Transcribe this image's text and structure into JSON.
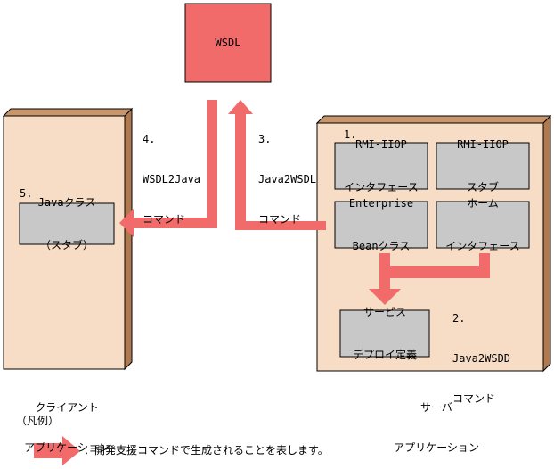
{
  "colors": {
    "wsdl_fill": "#f26b6b",
    "arrow_fill": "#f26b6b",
    "app_fill": "#f7ddc6",
    "app_side": "#b07a50",
    "component_fill": "#c8c8c8",
    "outline": "#000000"
  },
  "wsdl": {
    "label": "WSDL"
  },
  "steps": {
    "step1": "1.",
    "step2": {
      "number": "2.",
      "line1": "Java2WSDD",
      "line2": "コマンド"
    },
    "step3": {
      "number": "3.",
      "line1": "Java2WSDL",
      "line2": "コマンド"
    },
    "step4": {
      "number": "4.",
      "line1": "WSDL2Java",
      "line2": "コマンド"
    },
    "step5": "5."
  },
  "client": {
    "stub_line1": "Javaクラス",
    "stub_line2": "（スタブ）",
    "caption_line1": "クライアント",
    "caption_line2": "アプリケーション"
  },
  "server": {
    "rmi_interface_line1": "RMI-IIOP",
    "rmi_interface_line2": "インタフェース",
    "rmi_stub_line1": "RMI-IIOP",
    "rmi_stub_line2": "スタブ",
    "bean_line1": "Enterprise",
    "bean_line2": "Beanクラス",
    "home_line1": "ホーム",
    "home_line2": "インタフェース",
    "deploy_line1": "サービス",
    "deploy_line2": "デプロイ定義",
    "caption_line1": "サーバ",
    "caption_line2": "アプリケーション"
  },
  "legend": {
    "title": "（凡例）",
    "description": "：開発支援コマンドで生成されることを表します。"
  }
}
